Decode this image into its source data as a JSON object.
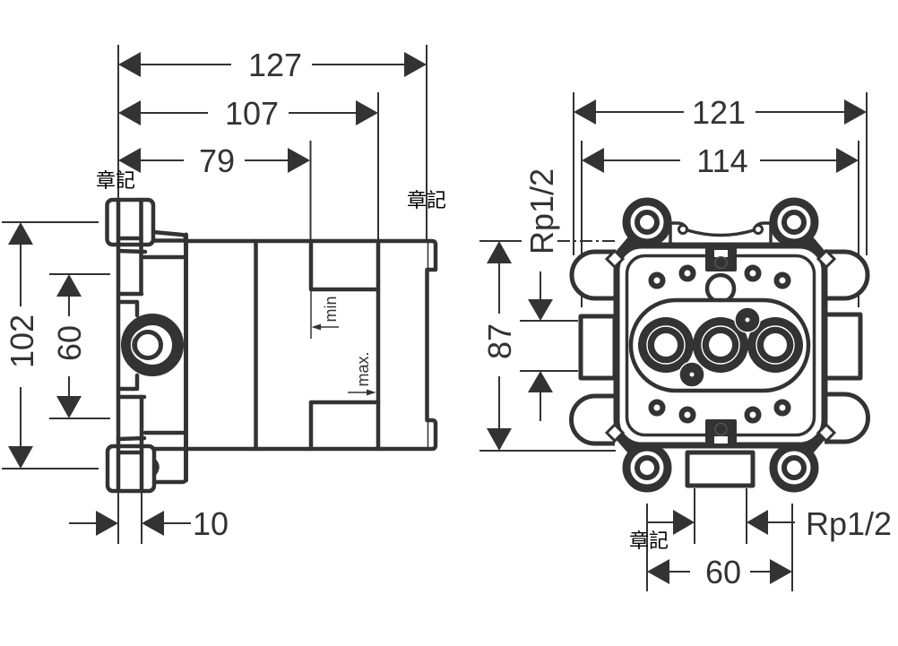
{
  "colors": {
    "line": "#333333",
    "background": "#ffffff",
    "overlay_text": "#000000"
  },
  "side_view": {
    "dimensions": {
      "overall_depth": "127",
      "installation_depth_max": "107",
      "installation_depth_min": "79",
      "overall_height": "102",
      "cap_spacing": "60",
      "plate_thickness": "10"
    },
    "annotations": {
      "min": "min",
      "max": "max."
    }
  },
  "front_view": {
    "dimensions": {
      "overall_width": "121",
      "lug_width": "114",
      "body_height": "87",
      "outlet_spacing": "60"
    },
    "thread_labels": {
      "side_port": "Rp1/2",
      "bottom_port": "Rp1/2"
    }
  },
  "overlay_labels": [
    "章記",
    "章記",
    "章記"
  ]
}
